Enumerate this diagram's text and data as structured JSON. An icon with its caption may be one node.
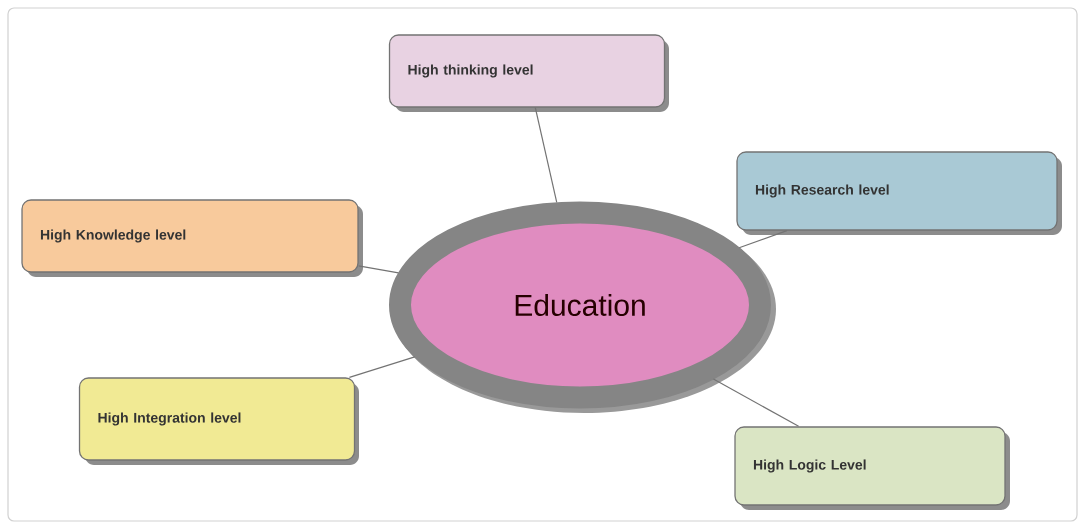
{
  "diagram": {
    "nodes": [
      {
        "text": [
          "Education"
        ]
      },
      {
        "text": [
          "High thinking level"
        ]
      },
      {
        "text": [
          "High Research level"
        ]
      },
      {
        "text": [
          "High Knowledge level"
        ]
      },
      {
        "text": [
          "High Integration level"
        ]
      },
      {
        "text": [
          "High Logic Level"
        ]
      }
    ],
    "edges": [
      {
        "from": 0,
        "to": 1,
        "arrow": "none"
      },
      {
        "from": 0,
        "to": 2,
        "arrow": "none"
      },
      {
        "from": 0,
        "to": 3,
        "arrow": "none"
      },
      {
        "from": 0,
        "to": 4,
        "arrow": "none"
      },
      {
        "from": 0,
        "to": 5,
        "arrow": "none"
      }
    ]
  }
}
